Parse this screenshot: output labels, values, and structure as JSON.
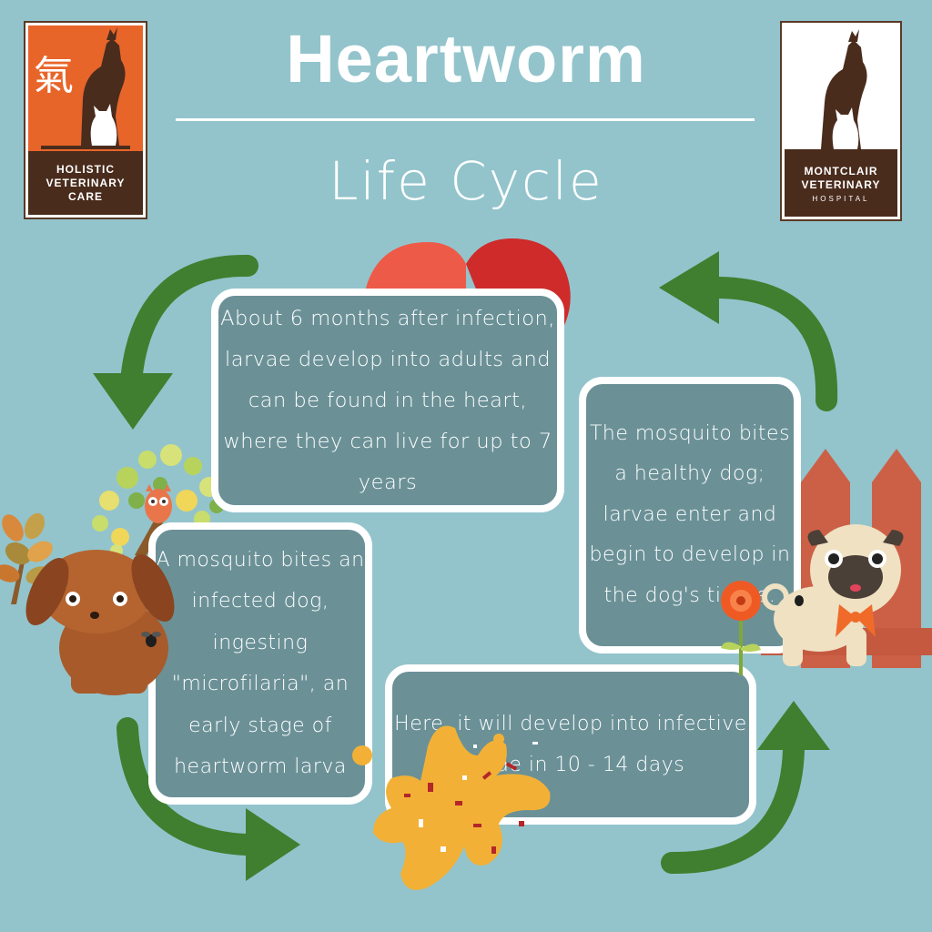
{
  "header": {
    "title": "Heartworm",
    "subtitle": "Life Cycle"
  },
  "logos": {
    "left": {
      "line1": "HOLISTIC",
      "line2": "VETERINARY",
      "line3": "CARE",
      "glyph": "氣"
    },
    "right": {
      "line1": "MONTCLAIR",
      "line2": "VETERINARY",
      "line3": "HOSPITAL"
    }
  },
  "steps": {
    "top": "About 6 months after infection, larvae develop into adults and can be found in the heart, where they can live for up to 7 years",
    "right": "The mosquito bites a healthy dog; larvae enter and begin to develop in the dog's tissue.",
    "bottom": "Here, it will develop into infective larvae in 10 - 14 days",
    "left": "A mosquito bites an infected dog, ingesting \"microfilaria\", an early stage of heartworm larva"
  },
  "colors": {
    "background": "#93c4cc",
    "arrow": "#3f7f2f",
    "box": "#6b9197",
    "heart_left": "#ee5a48",
    "heart_right": "#cf2b2b",
    "logo_orange": "#e8652a",
    "logo_brown": "#4a2c1d"
  },
  "icons": [
    "heart-icon",
    "tree-icon",
    "owl-icon",
    "brown-dog-icon",
    "pug-icon",
    "fence-icon",
    "flower-icon",
    "paint-splat-icon",
    "mosquito-icon"
  ]
}
